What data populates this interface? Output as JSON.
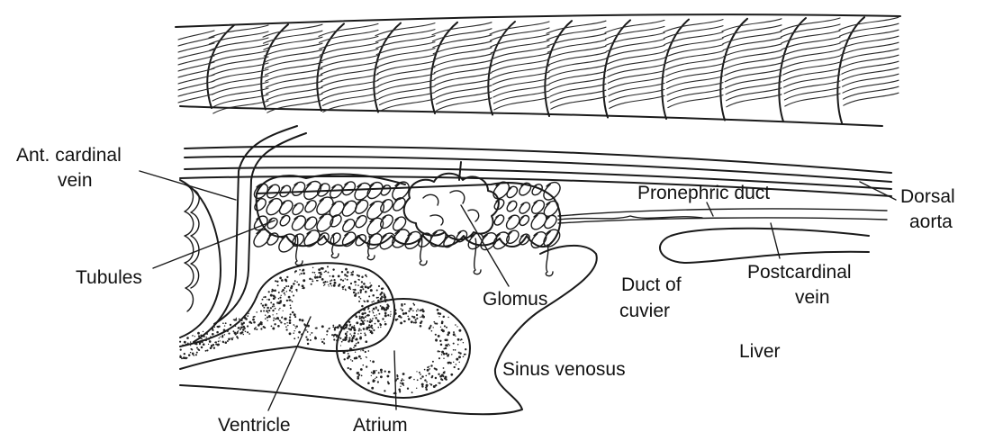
{
  "labels": {
    "ant_cardinal_vein": [
      "Ant. cardinal",
      "vein"
    ],
    "tubules": "Tubules",
    "glomus": "Glomus",
    "pronephric_duct": "Pronephric duct",
    "dorsal_aorta": [
      "Dorsal",
      "aorta"
    ],
    "postcardinal_vein": [
      "Postcardinal",
      "vein"
    ],
    "duct_of_cuvier": [
      "Duct of",
      "cuvier"
    ],
    "liver": "Liver",
    "sinus_venosus": "Sinus venosus",
    "ventricle": "Ventricle",
    "atrium": "Atrium"
  },
  "colors": {
    "ink": "#1a1a1a",
    "background": "#ffffff"
  }
}
